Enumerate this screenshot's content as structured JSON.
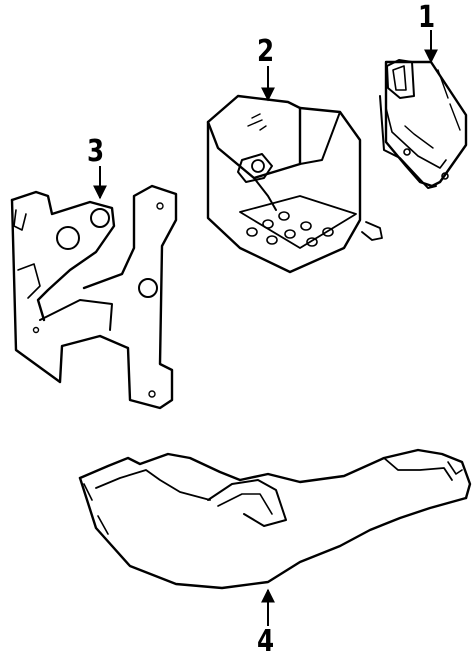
{
  "diagram": {
    "callouts": [
      {
        "id": "c1",
        "label": "1"
      },
      {
        "id": "c2",
        "label": "2"
      },
      {
        "id": "c3",
        "label": "3"
      },
      {
        "id": "c4",
        "label": "4"
      }
    ],
    "colors": {
      "line": "#000000",
      "background": "#ffffff"
    }
  }
}
